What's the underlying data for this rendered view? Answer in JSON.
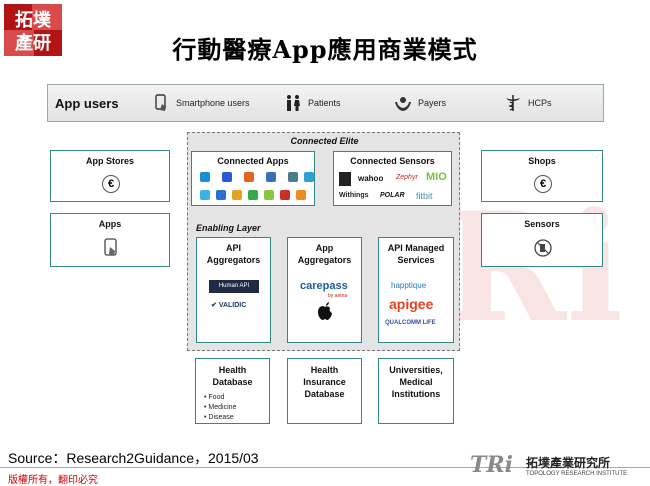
{
  "logo": {
    "text_line1": "拓墣",
    "text_line2": "產研"
  },
  "title": "行動醫療App應用商業模式",
  "app_users": {
    "label": "App users",
    "items": [
      {
        "label": "Smartphone users",
        "icon": "smartphone-hand-icon"
      },
      {
        "label": "Patients",
        "icon": "patients-icon"
      },
      {
        "label": "Payers",
        "icon": "payers-hands-icon"
      },
      {
        "label": "HCPs",
        "icon": "caduceus-icon"
      }
    ]
  },
  "left_boxes": [
    {
      "title": "App Stores",
      "icon": "euro-icon",
      "symbol": "€"
    },
    {
      "title": "Apps",
      "icon": "phone-tap-icon"
    }
  ],
  "right_boxes": [
    {
      "title": "Shops",
      "icon": "euro-icon",
      "symbol": "€"
    },
    {
      "title": "Sensors",
      "icon": "sensor-icon"
    }
  ],
  "connected_elite": {
    "label": "Connected Elite",
    "connected_apps": {
      "title": "Connected Apps"
    },
    "connected_sensors": {
      "title": "Connected Sensors",
      "brands": [
        "wahoo",
        "Zephyr",
        "MIO",
        "Withings",
        "POLAR",
        "fitbit"
      ]
    }
  },
  "enabling_layer": {
    "label": "Enabling Layer",
    "boxes": [
      {
        "title_line1": "API",
        "title_line2": "Aggregators",
        "logos": [
          "Human API",
          "VALIDIC"
        ]
      },
      {
        "title_line1": "App",
        "title_line2": "Aggregators",
        "logos": [
          "carepass",
          "by aetna"
        ]
      },
      {
        "title_line1": "API Managed",
        "title_line2": "Services",
        "logos": [
          "happtique",
          "apigee",
          "QUALCOMM LIFE"
        ]
      }
    ]
  },
  "bottom_boxes": [
    {
      "title_line1": "Health",
      "title_line2": "Database",
      "bullets": [
        "Food",
        "Medicine",
        "Disease"
      ]
    },
    {
      "title_line1": "Health",
      "title_line2": "Insurance",
      "title_line3": "Database"
    },
    {
      "title_line1": "Universities,",
      "title_line2": "Medical",
      "title_line3": "Institutions"
    }
  ],
  "source": "Source：Research2Guidance，2015/03",
  "footer": {
    "copyright": "版權所有，翻印必究",
    "brand_mark": "TRi",
    "brand_cn": "拓墣產業研究所",
    "brand_en": "TOPOLOGY RESEARCH INSTITUTE"
  },
  "colors": {
    "box_border": "#2f8a86",
    "title_red": "#c00000",
    "logo_red": "#b01414"
  }
}
